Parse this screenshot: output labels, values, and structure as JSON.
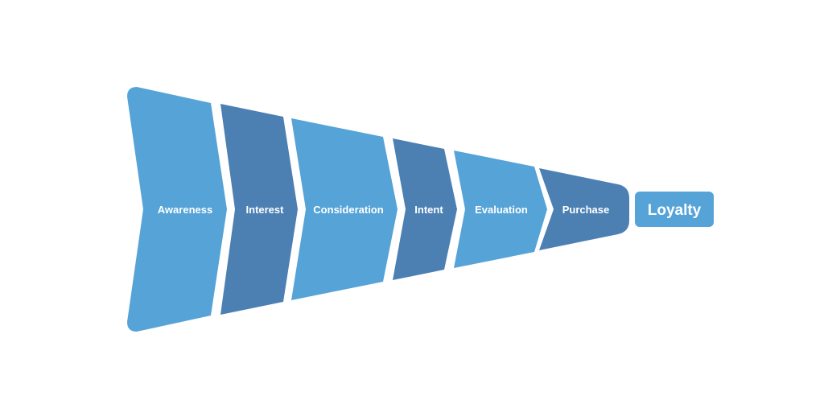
{
  "funnel": {
    "stages": [
      {
        "label": "Awareness",
        "color": "#55a3d7"
      },
      {
        "label": "Interest",
        "color": "#4c80b3"
      },
      {
        "label": "Consideration",
        "color": "#55a3d7"
      },
      {
        "label": "Intent",
        "color": "#4c80b3"
      },
      {
        "label": "Evaluation",
        "color": "#55a3d7"
      },
      {
        "label": "Purchase",
        "color": "#4c80b3"
      }
    ],
    "final_stage": {
      "label": "Loyalty",
      "color": "#55a3d7"
    }
  }
}
